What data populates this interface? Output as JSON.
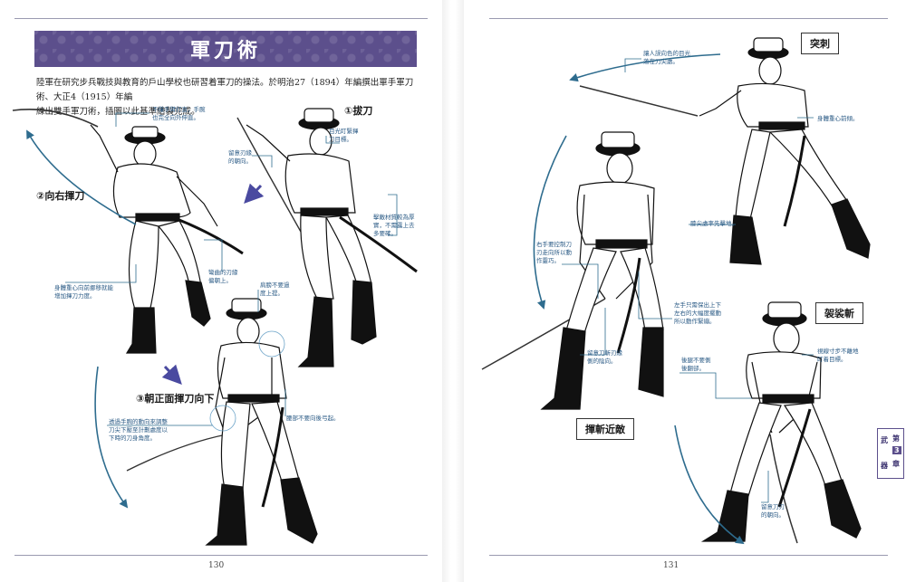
{
  "left_page": {
    "title": "軍刀術",
    "intro_line1": "陸軍在研究步兵戰技與教育的戶山學校也研習着軍刀的操法。於明治27（1894）年編撰出單手軍刀術、大正4（1915）年編",
    "intro_line2": "練出雙手軍刀術，插圖以此基準繪製完成。",
    "steps": {
      "draw": "①拔刀",
      "swing_right": "②向右揮刀",
      "front_down": "③朝正面揮刀向下"
    },
    "notes": {
      "n1": [
        "不僅手臂打直，手腕",
        "也完全向外伸直。"
      ],
      "n2": [
        "目光盯緊揮",
        "刀目標。"
      ],
      "n3": [
        "留意刃緣",
        "的朝向。"
      ],
      "n4": [
        "擊敵材質較為厚",
        "實，不需露上去",
        "多要確。"
      ],
      "n5": [
        "身體重心向前挪移就能",
        "增加揮刀力度。"
      ],
      "n6": [
        "彎曲的刃緣",
        "偏朝上。"
      ],
      "n7": [
        "肩膀不要過",
        "度上提。"
      ],
      "n8": [
        "透過手腕的動向來調整",
        "刀尖下壓至計劃處度以",
        "下時的刀身角度。"
      ],
      "n9": [
        "腰部不要向後弓起。"
      ]
    },
    "page_number": "130"
  },
  "right_page": {
    "techniques": {
      "thrust": "突刺",
      "kesa": "袈裟斬",
      "close": "揮斬近敵"
    },
    "notes": {
      "r1": [
        "讓人誤向色的目光",
        "落在刀尖處。"
      ],
      "r2": [
        "身體重心前傾。"
      ],
      "r3": [
        "膝尖處率先擊地。"
      ],
      "r4": [
        "右手要控制刀",
        "刃走向所以動",
        "作靈巧。"
      ],
      "r5": [
        "左手只需保出上下",
        "左右的大幅度擺動",
        "所以動作緊繃。"
      ],
      "r6": [
        "留意刀斬刃緣",
        "側的陰向。"
      ],
      "r7": [
        "視線寸步不離地",
        "盯着目標。"
      ],
      "r8": [
        "後腿不要側",
        "後翻卻。"
      ],
      "r9": [
        "留意刀刃",
        "的朝向。"
      ]
    },
    "side_tab": {
      "c1": "武",
      "c2": "器",
      "c3": "第",
      "c4": "3",
      "c5": "章"
    },
    "page_number": "131"
  },
  "colors": {
    "banner": "#5c4f8c",
    "annotation": "#2a5a85",
    "arrow": "#2e6c8e",
    "motion_arrow": "#4a4aa0"
  }
}
